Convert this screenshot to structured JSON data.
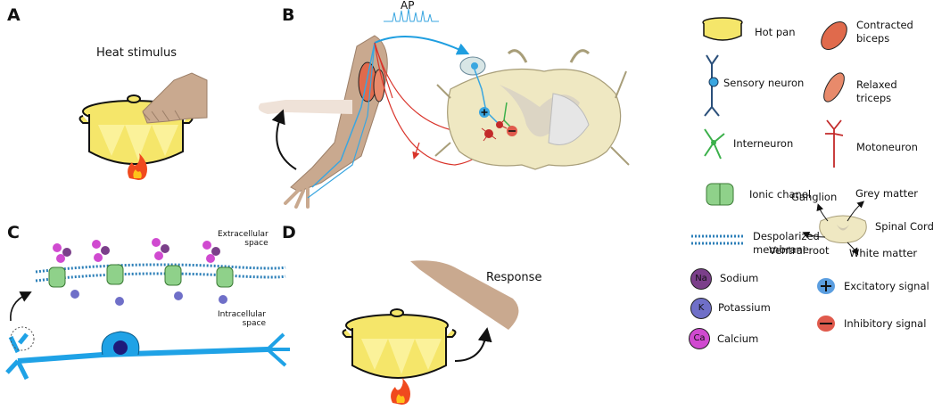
{
  "panels": {
    "a": "A",
    "b": "B",
    "c": "C",
    "d": "D"
  },
  "panel_a": {
    "title": "Heat stimulus"
  },
  "panel_b": {
    "ap_label": "AP"
  },
  "panel_c": {
    "extracellular": "Extracellular\nspace",
    "intracellular": "Intracellular\nspace"
  },
  "panel_d": {
    "response": "Response"
  },
  "ions": {
    "sodium": "Na",
    "potassium": "K",
    "calcium": "Ca"
  },
  "legend": {
    "hot_pan": "Hot pan",
    "contracted_biceps": "Contracted\nbiceps",
    "sensory_neuron": "Sensory neuron",
    "relaxed_triceps": "Relaxed\ntriceps",
    "interneuron": "Interneuron",
    "motoneuron": "Motoneuron",
    "ionic_channel": "Ionic chanel",
    "depolarized_membrane": "Despolarized\nmembrane",
    "sodium": "Sodium",
    "potassium": "Potassium",
    "calcium": "Calcium",
    "excitatory": "Excitatory signal",
    "inhibitory": "Inhibitory signal",
    "plus": "+",
    "minus": "−",
    "spinal": {
      "ganglion": "Ganglion",
      "grey_matter": "Grey matter",
      "spinal_cord": "Spinal Cord",
      "ventral_root": "Ventral root",
      "white_matter": "White matter"
    }
  },
  "colors": {
    "pan": "#f5e66a",
    "pan_dark": "#c9b62a",
    "skin": "#c9a98f",
    "sensory": "#3aa6e0",
    "motor": "#d9342b",
    "inter": "#3bb04a",
    "cord": "#efe8c2",
    "neuron": "#1fa2e6",
    "sodium": "#7b3f8a",
    "potassium": "#6f6fc8",
    "calcium": "#d04ad0"
  }
}
